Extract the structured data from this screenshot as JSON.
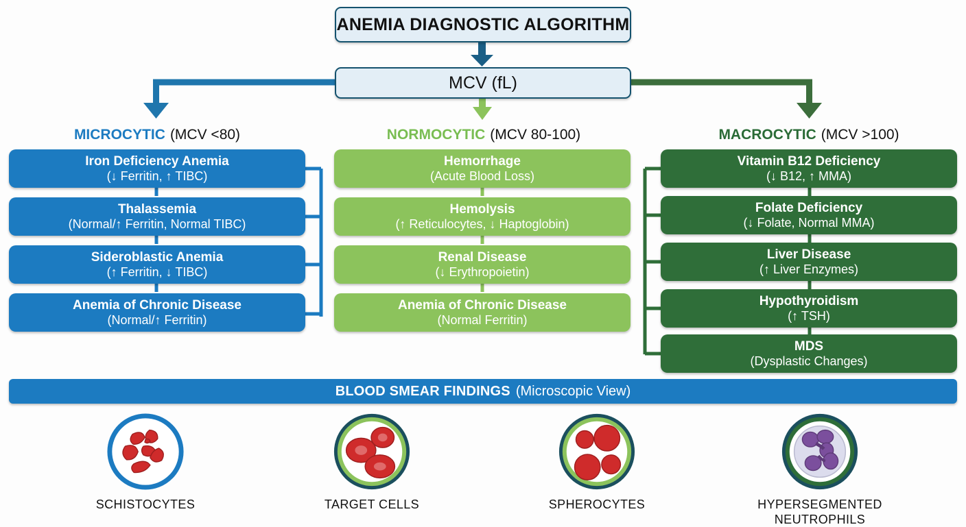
{
  "title_box": {
    "label": "ANEMIA DIAGNOSTIC ALGORITHM"
  },
  "mcv_box": {
    "label": "MCV (fL)"
  },
  "columns": [
    {
      "id": "microcytic",
      "header_strong": "MICROCYTIC",
      "header_normal": "(MCV <80)",
      "color": "#1c7bc1",
      "boxes": [
        {
          "title": "Iron Deficiency Anemia",
          "detail": "(↓ Ferritin, ↑ TIBC)"
        },
        {
          "title": "Thalassemia",
          "detail": "(Normal/↑ Ferritin, Normal TIBC)"
        },
        {
          "title": "Sideroblastic Anemia",
          "detail": "(↑ Ferritin, ↓ TIBC)"
        },
        {
          "title": "Anemia of Chronic Disease",
          "detail": "(Normal/↑ Ferritin)"
        }
      ]
    },
    {
      "id": "normocytic",
      "header_strong": "NORMOCYTIC",
      "header_normal": "(MCV 80-100)",
      "color": "#8cc35c",
      "boxes": [
        {
          "title": "Hemorrhage",
          "detail": "(Acute Blood Loss)"
        },
        {
          "title": "Hemolysis",
          "detail": "(↑ Reticulocytes, ↓ Haptoglobin)"
        },
        {
          "title": "Renal Disease",
          "detail": "(↓ Erythropoietin)"
        },
        {
          "title": "Anemia of Chronic Disease",
          "detail": "(Normal Ferritin)"
        }
      ]
    },
    {
      "id": "macrocytic",
      "header_strong": "MACROCYTIC",
      "header_normal": "(MCV >100)",
      "color": "#2f6e39",
      "boxes": [
        {
          "title": "Vitamin B12 Deficiency",
          "detail": "(↓ B12, ↑ MMA)"
        },
        {
          "title": "Folate Deficiency",
          "detail": "(↓ Folate, Normal MMA)"
        },
        {
          "title": "Liver Disease",
          "detail": "(↑ Liver Enzymes)"
        },
        {
          "title": "Hypothyroidism",
          "detail": "(↑ TSH)"
        },
        {
          "title": "MDS",
          "detail": "(Dysplastic Changes)"
        }
      ]
    }
  ],
  "smear_banner": {
    "strong": "BLOOD SMEAR FINDINGS",
    "normal": "(Microscopic View)"
  },
  "smear_cells": [
    {
      "label": "SCHISTOCYTES",
      "icon": "schistocytes-icon",
      "ring": "#1c7bc1"
    },
    {
      "label": "TARGET CELLS",
      "icon": "target-cells-icon",
      "ring": "#8cc35c"
    },
    {
      "label": "SPHEROCYTES",
      "icon": "spherocytes-icon",
      "ring": "#8cc35c"
    },
    {
      "label": "HYPERSEGMENTED\nNEUTROPHILS",
      "icon": "hypersegmented-neutrophils-icon",
      "ring": "#2f6e39"
    }
  ],
  "palette": {
    "blue": "#1c7bc1",
    "blue_dark": "#14526e",
    "green_light": "#8cc35c",
    "green_dark": "#2f6e39",
    "box_fill": "#e3eef6",
    "background": "#fdfdfd",
    "rbc_red": "#cf2b2b",
    "nucleus_purple": "#7b4f9d"
  }
}
